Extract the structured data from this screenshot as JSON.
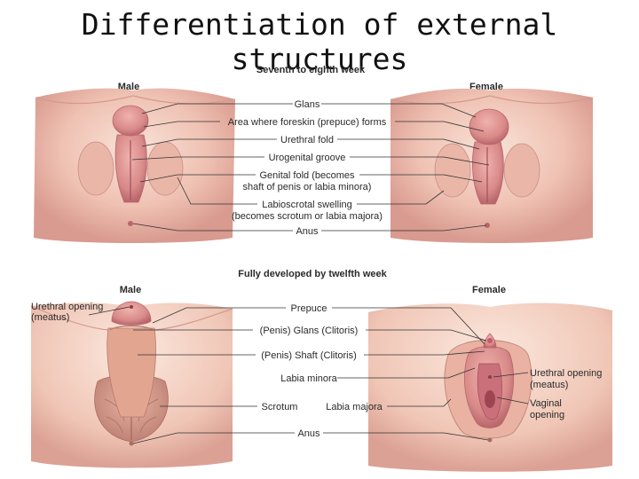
{
  "title": "Differentiation of external structures",
  "top_panel": {
    "heading": "Seventh to eighth week",
    "male_label": "Male",
    "female_label": "Female",
    "labels": {
      "glans": "Glans",
      "foreskin": "Area where foreskin (prepuce) forms",
      "urethral_fold": "Urethral fold",
      "urogenital_groove": "Urogenital groove",
      "genital_fold_1": "Genital fold (becomes",
      "genital_fold_2": "shaft of penis or labia minora)",
      "labioscrotal_1": "Labioscrotal swelling",
      "labioscrotal_2": "(becomes scrotum or labia majora)",
      "anus": "Anus"
    }
  },
  "bottom_panel": {
    "heading": "Fully developed by twelfth week",
    "male_label": "Male",
    "female_label": "Female",
    "labels": {
      "male_urethral_opening_1": "Urethral opening",
      "male_urethral_opening_2": "(meatus)",
      "prepuce": "Prepuce",
      "glans": "(Penis) Glans (Clitoris)",
      "shaft": "(Penis) Shaft (Clitoris)",
      "labia_minora": "Labia minora",
      "scrotum": "Scrotum",
      "labia_majora": "Labia majora",
      "anus": "Anus",
      "female_urethral_opening_1": "Urethral opening",
      "female_urethral_opening_2": "(meatus)",
      "vaginal_opening_1": "Vaginal",
      "vaginal_opening_2": "opening"
    }
  },
  "colors": {
    "skin_light": "#f6d9cc",
    "skin_mid": "#e9b5a6",
    "skin_dark": "#c98e86",
    "tissue": "#d98a8c",
    "tissue_dark": "#b85f68"
  }
}
